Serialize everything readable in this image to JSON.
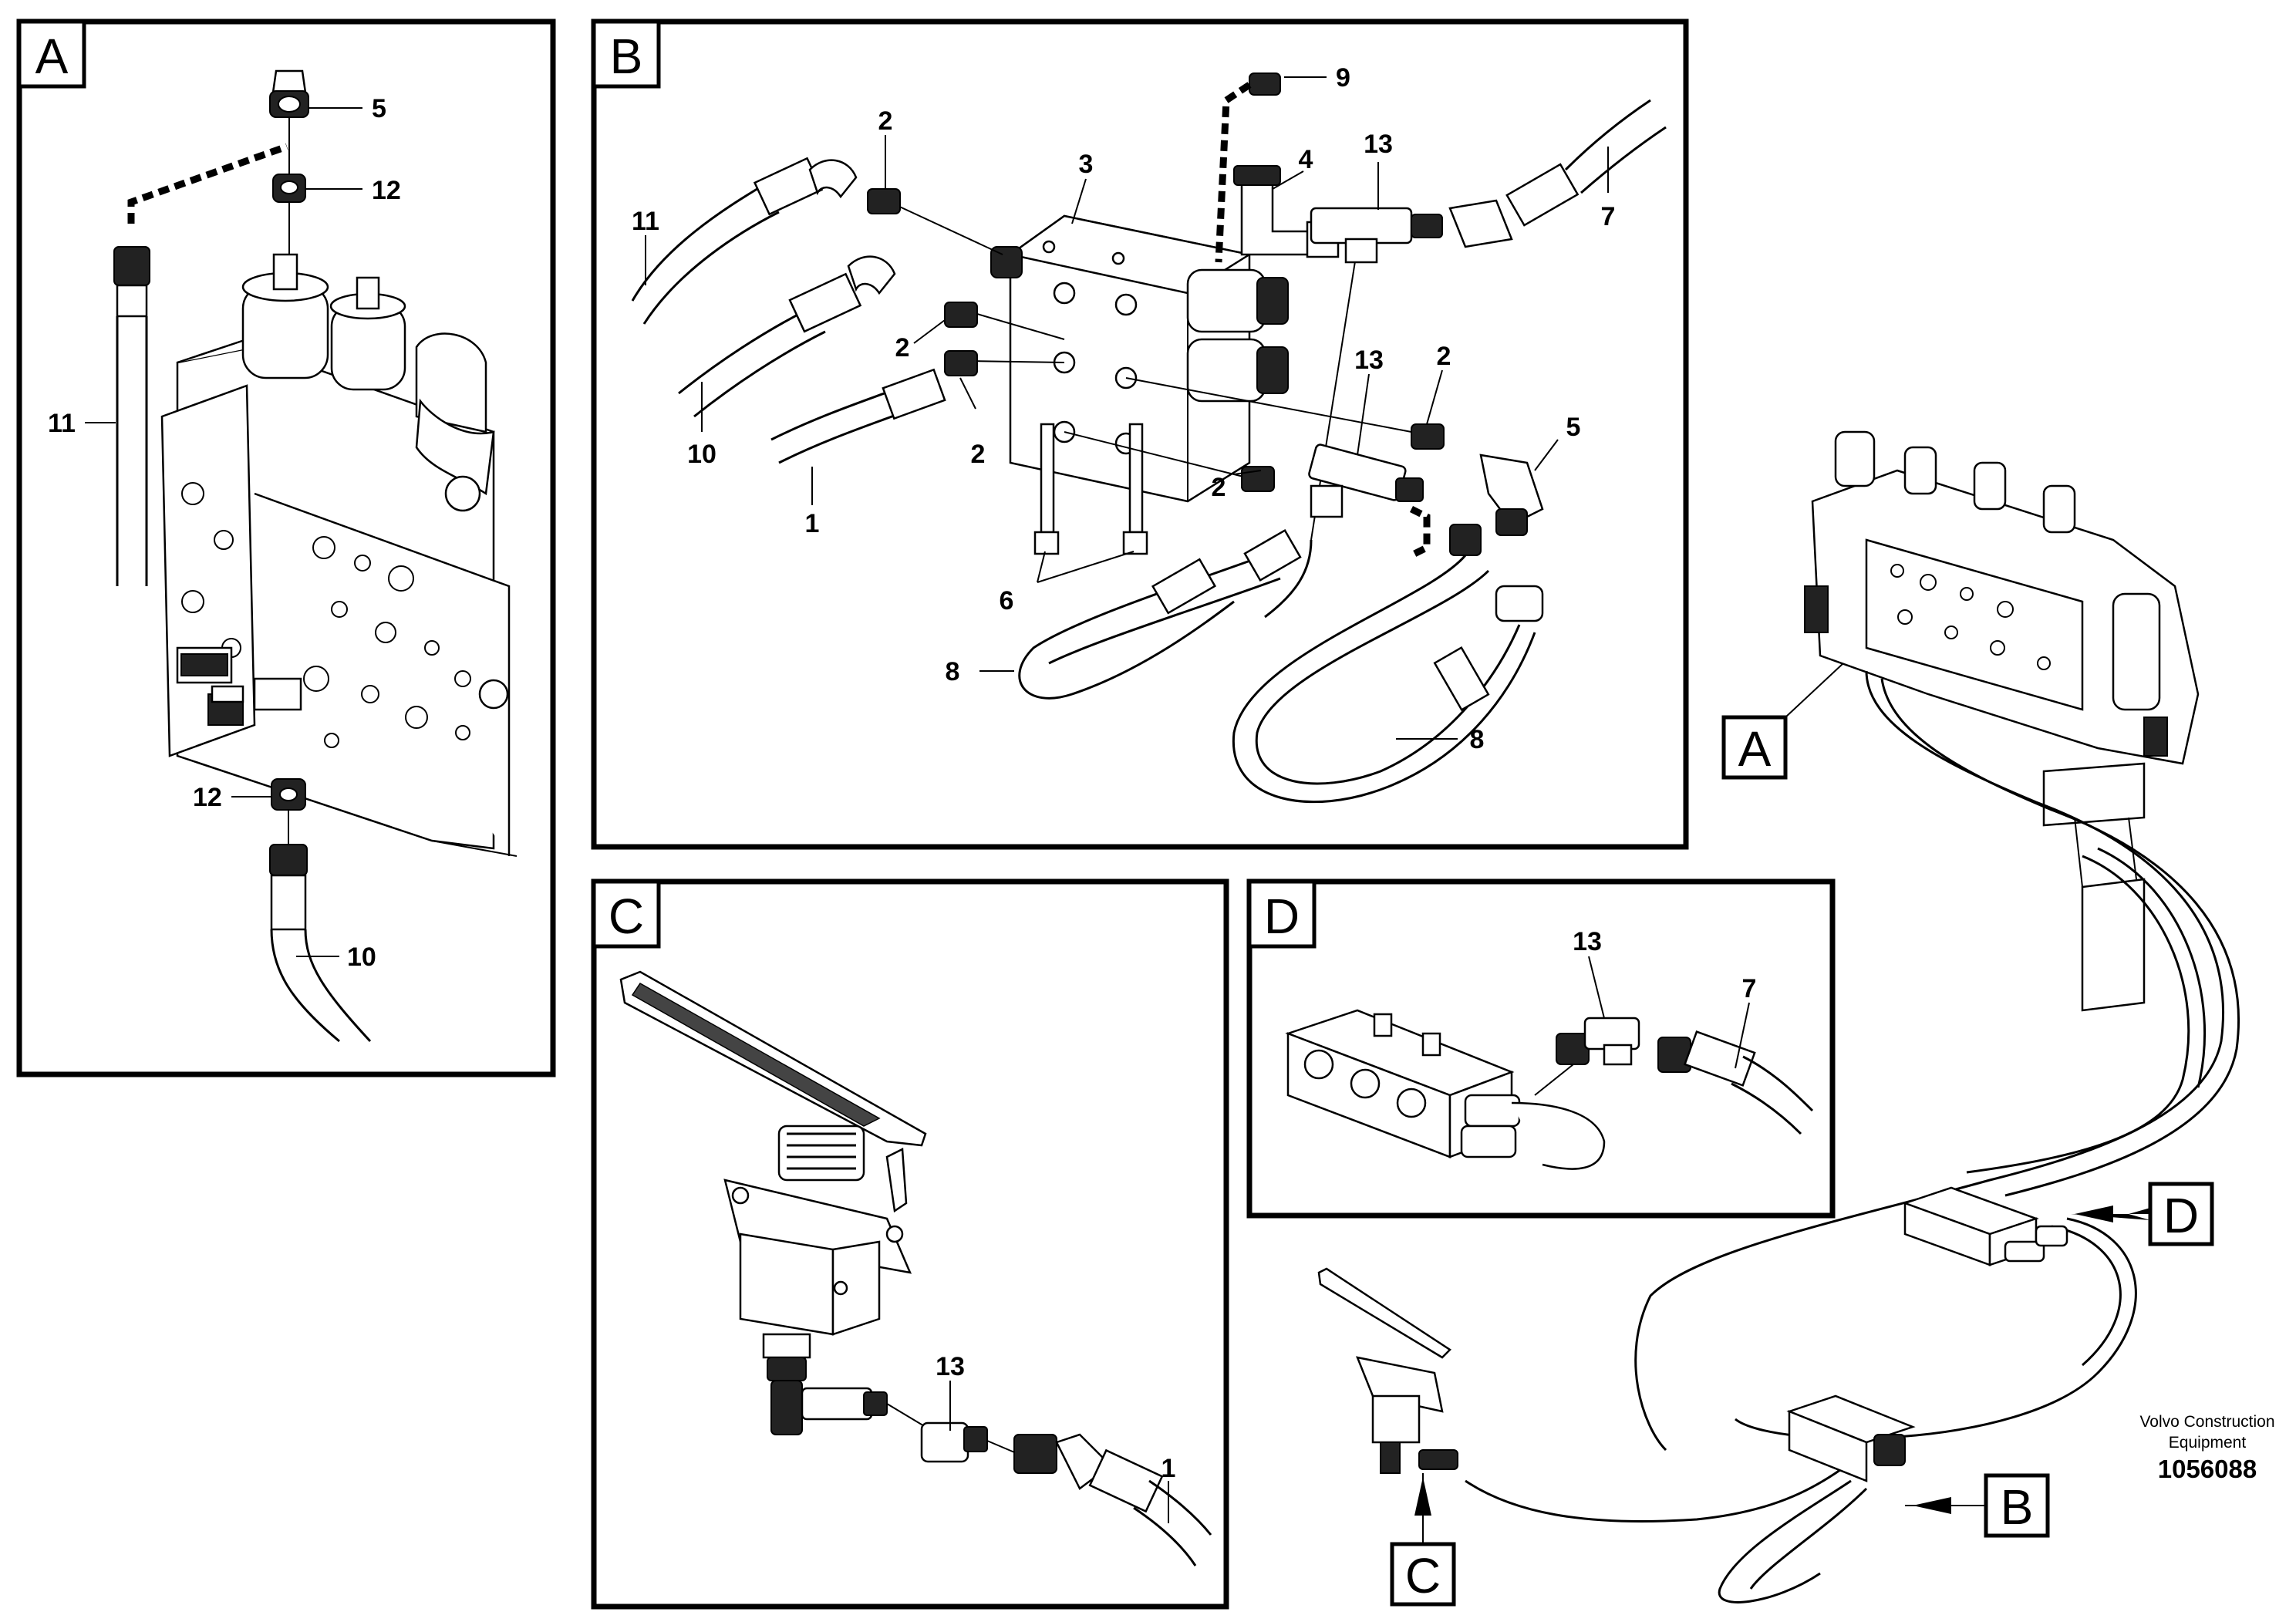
{
  "panels": {
    "A": {
      "tag": "A",
      "labels": {
        "p5": "5",
        "p12a": "12",
        "p11": "11",
        "p12b": "12",
        "p10": "10"
      }
    },
    "B": {
      "tag": "B",
      "labels": {
        "p2a": "2",
        "p3": "3",
        "p9": "9",
        "p4": "4",
        "p13a": "13",
        "p11": "11",
        "p7": "7",
        "p2b": "2",
        "p13b": "13",
        "p2c": "2",
        "p10": "10",
        "p2d": "2",
        "p5": "5",
        "p2e": "2",
        "p1": "1",
        "p6": "6",
        "p8a": "8",
        "p8b": "8"
      }
    },
    "C": {
      "tag": "C",
      "labels": {
        "p13": "13",
        "p1": "1"
      }
    },
    "D": {
      "tag": "D",
      "labels": {
        "p13": "13",
        "p7": "7"
      }
    }
  },
  "overview": {
    "tags": {
      "A": "A",
      "B": "B",
      "C": "C",
      "D": "D"
    }
  },
  "credit": {
    "line1": "Volvo Construction",
    "line2": "Equipment",
    "number": "1056088"
  }
}
